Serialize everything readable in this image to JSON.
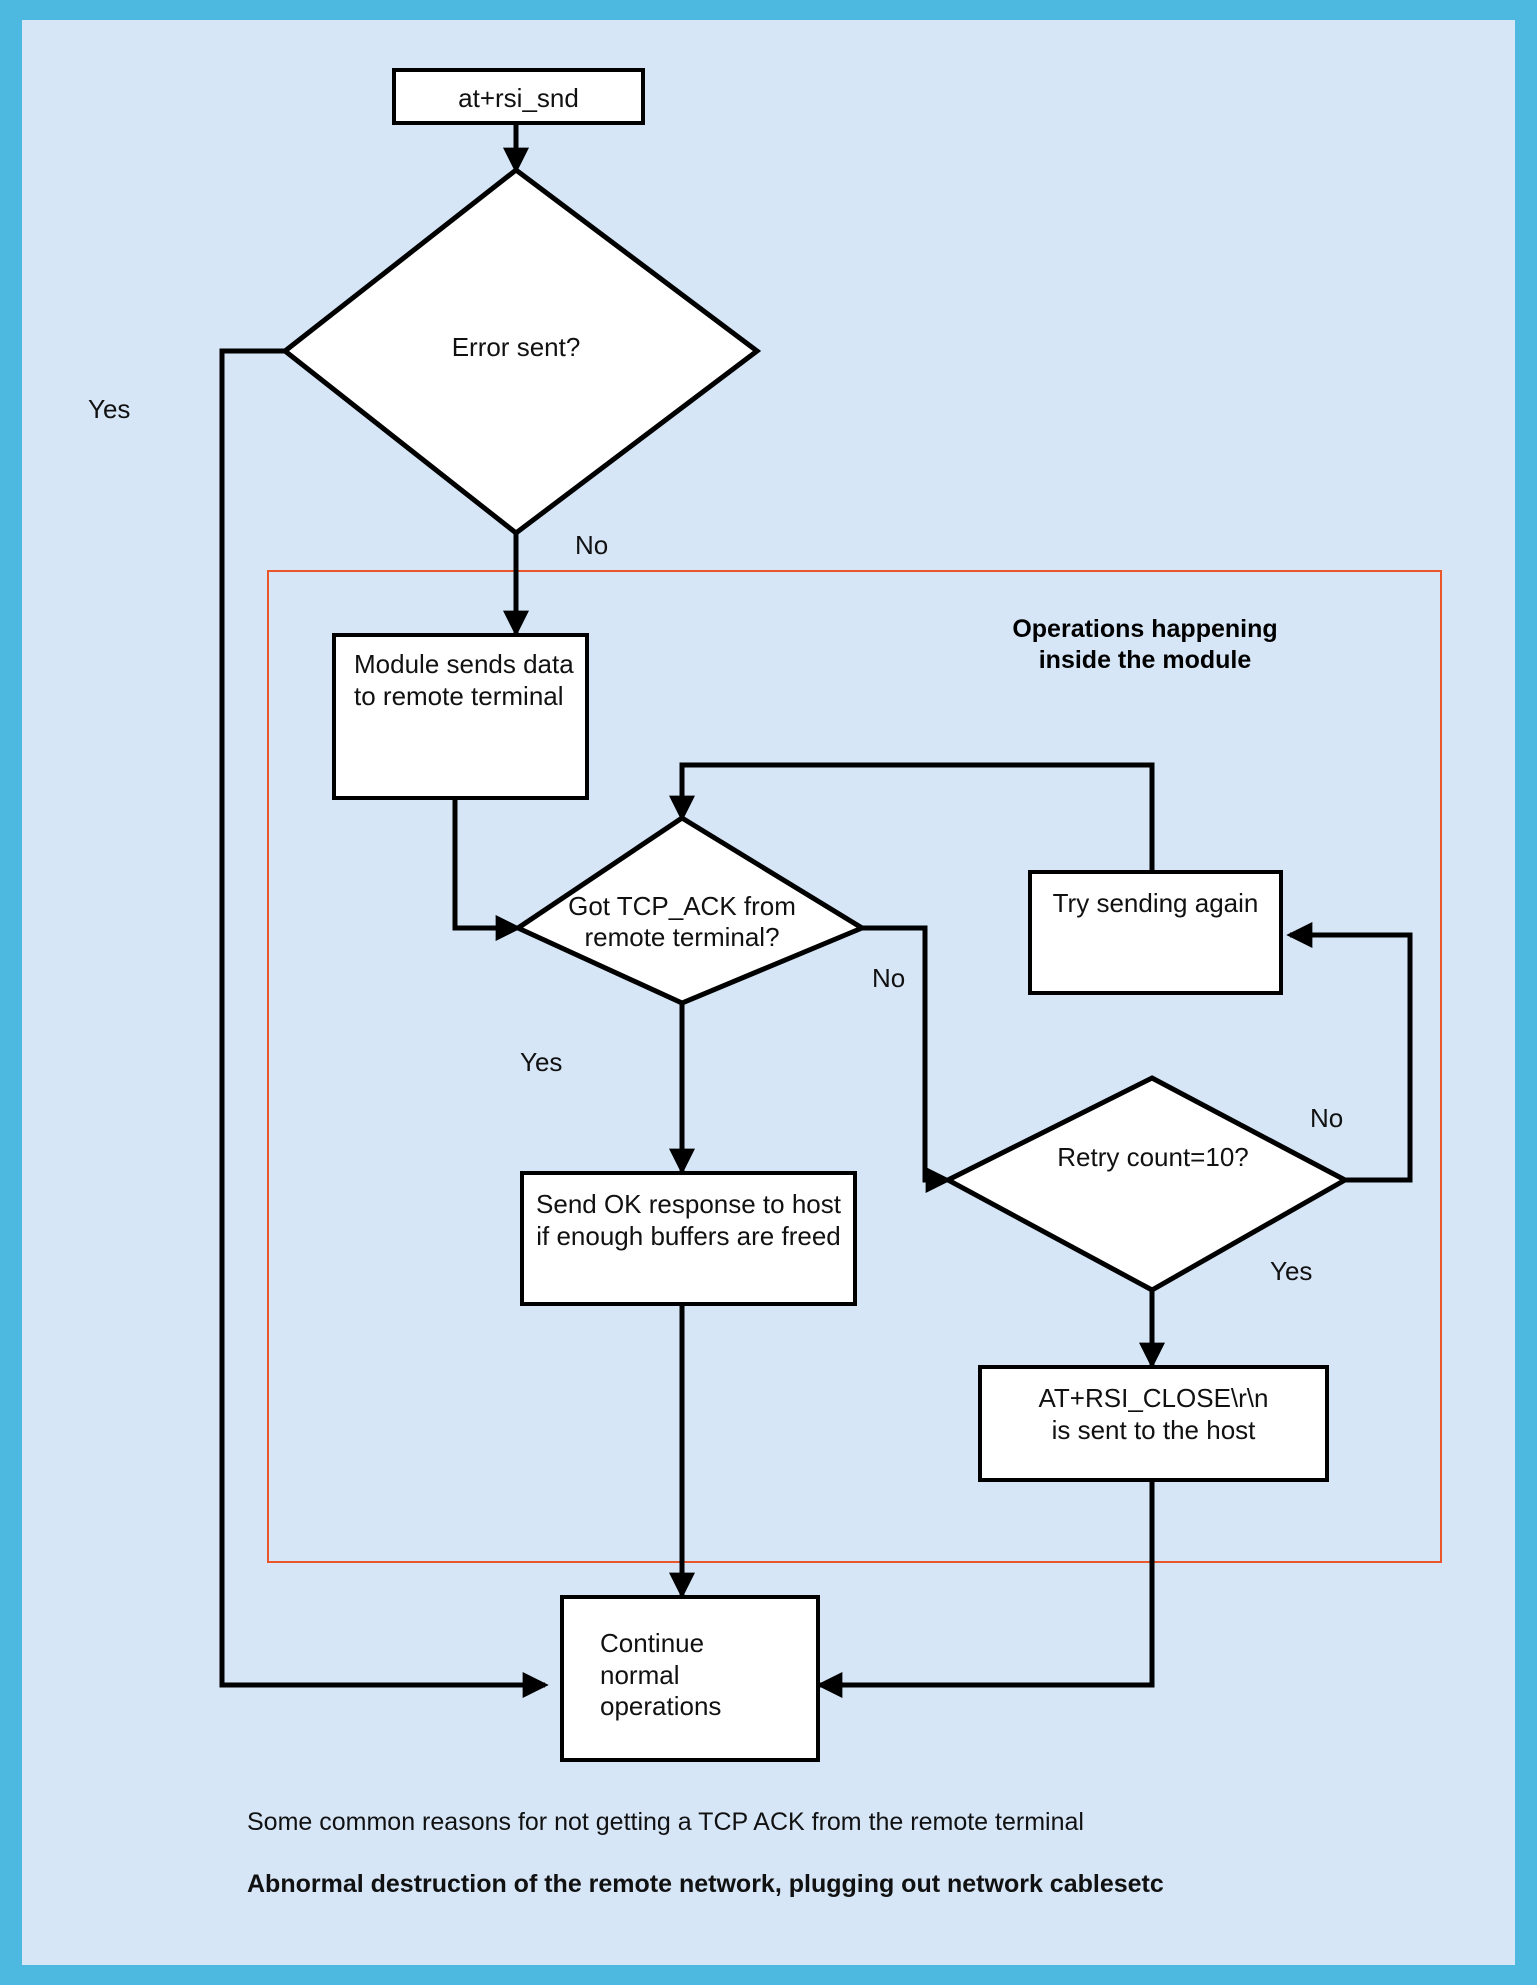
{
  "page": {
    "background_outer": "#4db8e0",
    "background_inner": "#d6e6f7",
    "module_frame_color": "#e8562a"
  },
  "nodes": {
    "start": {
      "label": "at+rsi_snd",
      "shape": "process"
    },
    "error_sent": {
      "label": "Error sent?",
      "shape": "decision"
    },
    "module_sends": {
      "label": "Module sends data\nto remote terminal",
      "shape": "process"
    },
    "got_ack": {
      "label": "Got TCP_ACK from\nremote terminal?",
      "shape": "decision"
    },
    "try_again": {
      "label": "Try sending again",
      "shape": "process"
    },
    "retry_count": {
      "label": "Retry count=10?",
      "shape": "decision"
    },
    "send_ok": {
      "label": "Send OK response to host\nif enough buffers are freed",
      "shape": "process"
    },
    "rsi_close": {
      "label": "AT+RSI_CLOSE\\r\\n\nis sent to the host",
      "shape": "process"
    },
    "continue": {
      "label": "Continue\nnormal\noperations",
      "shape": "process"
    }
  },
  "edge_labels": {
    "error_yes": "Yes",
    "error_no": "No",
    "ack_yes": "Yes",
    "ack_no": "No",
    "retry_no": "No",
    "retry_yes": "Yes"
  },
  "module": {
    "caption": "Operations happening\ninside the module"
  },
  "footer": {
    "line1": "Some common reasons for not getting a TCP ACK from the remote terminal",
    "line2": "Abnormal destruction of the remote network, plugging out network cablesetc"
  }
}
